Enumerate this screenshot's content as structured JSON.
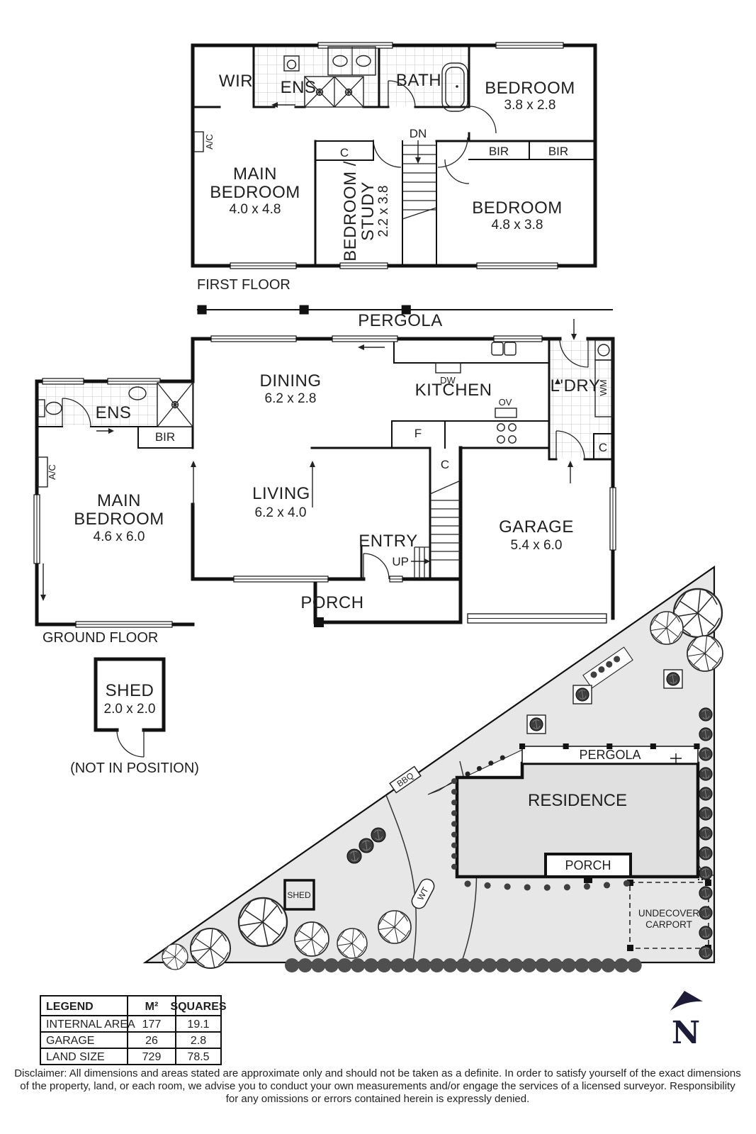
{
  "colors": {
    "ink": "#111111",
    "label": "#1f1f1f",
    "site_fill": "#e7e7e7",
    "residence_fill": "#e0e0e0",
    "shrub": "#3f3f3f",
    "north_navy": "#1c1c38"
  },
  "first_floor": {
    "caption": "FIRST FLOOR",
    "wir": "WIR",
    "ens": "ENS",
    "bath": "BATH",
    "bed1": "BEDROOM",
    "bed1_dims": "3.8 x 2.8",
    "ac": "A/C",
    "main1": "MAIN",
    "main2": "BEDROOM",
    "main_dims": "4.0 x 4.8",
    "closet": "C",
    "dn": "DN",
    "bir1": "BIR",
    "bir2": "BIR",
    "study1": "BEDROOM /",
    "study2": "STUDY",
    "study_dims": "2.2 x 3.8",
    "bed2": "BEDROOM",
    "bed2_dims": "4.8 x 3.8"
  },
  "ground_floor": {
    "caption": "GROUND FLOOR",
    "pergola": "PERGOLA",
    "dining": "DINING",
    "dining_dims": "6.2 x 2.8",
    "kitchen": "KITCHEN",
    "dw": "DW",
    "ov": "OV",
    "fridge": "F",
    "ldry": "L'DRY",
    "wm": "WM",
    "closet_ldry": "C",
    "closet_stairs": "C",
    "ens": "ENS",
    "bir": "BIR",
    "ac": "A/C",
    "main1": "MAIN",
    "main2": "BEDROOM",
    "main_dims": "4.6 x 6.0",
    "living": "LIVING",
    "living_dims": "6.2 x 4.0",
    "entry": "ENTRY",
    "up": "UP",
    "garage": "GARAGE",
    "garage_dims": "5.4 x 6.0",
    "porch": "PORCH"
  },
  "shed": {
    "name": "SHED",
    "dims": "2.0 x 2.0",
    "note": "(NOT IN POSITION)"
  },
  "site": {
    "pergola": "PERGOLA",
    "residence": "RESIDENCE",
    "porch": "PORCH",
    "carport1": "UNDECOVER",
    "carport2": "CARPORT",
    "shed": "SHED",
    "bbq": "BBQ",
    "wt": "WT",
    "north": "N"
  },
  "legend": {
    "headers": [
      "LEGEND",
      "M²",
      "SQUARES"
    ],
    "rows": [
      [
        "INTERNAL AREA",
        "177",
        "19.1"
      ],
      [
        "GARAGE",
        "26",
        "2.8"
      ],
      [
        "LAND SIZE",
        "729",
        "78.5"
      ]
    ]
  },
  "disclaimer": {
    "line1": "Disclaimer: All dimensions and areas stated are approximate only and should not be taken as a definite. In order to satisfy yourself of the exact dimensions",
    "line2": "of the property, land, or each room, we advise you to conduct your own measurements and/or engage the services of a licensed surveyor. Responsibility",
    "line3": "for any omissions or errors contained herein is expressly denied."
  }
}
